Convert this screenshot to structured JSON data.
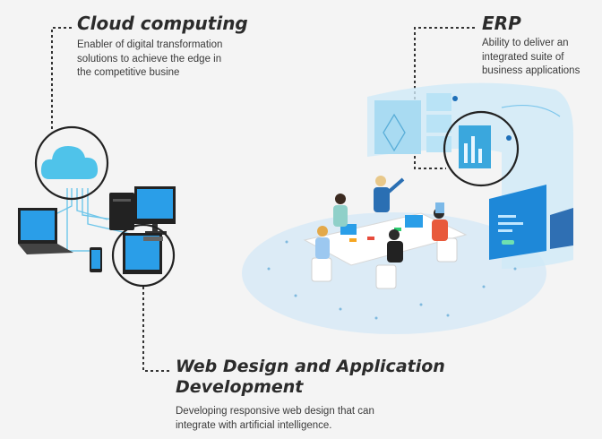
{
  "sections": {
    "cloud": {
      "title": "Cloud computing",
      "description": "Enabler of digital transformation\nsolutions to achieve the edge in\nthe competitive busine"
    },
    "erp": {
      "title": "ERP",
      "description": "Ability to deliver an\nintegrated suite of\nbusiness applications"
    },
    "web": {
      "title": "Web Design and Application\nDevelopment",
      "description": "Developing responsive web design that can\nintegrate with artificial intelligence."
    }
  },
  "icons": [
    "cloud-icon",
    "laptop-icon",
    "desktop-monitor-icon",
    "pc-tower-icon",
    "smartphone-icon",
    "dashboard-screen-icon",
    "meeting-table-illustration"
  ],
  "colors": {
    "cloud_blue": "#4fc3ea",
    "screen_blue": "#1e88d8",
    "dark": "#2b2b2b",
    "floor": "#dcebf6"
  }
}
